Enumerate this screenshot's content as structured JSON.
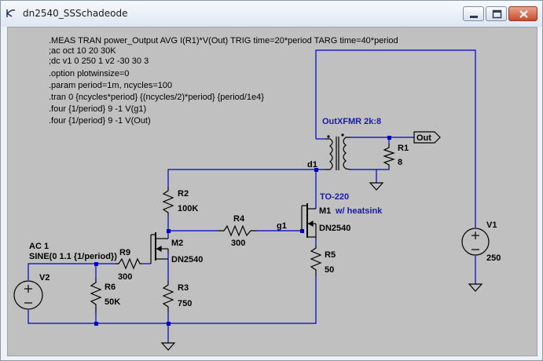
{
  "window": {
    "title": "dn2540_SSSchadeode"
  },
  "directives": [
    ".MEAS TRAN power_Output AVG I(R1)*V(Out) TRIG time=20*period TARG time=40*period",
    ";ac oct 10 20 30K",
    ";dc v1 0 250 1 v2 -30 30 3",
    ".option plotwinsize=0",
    ".param period=1m, ncycles=100",
    ".tran 0 {ncycles*period} {(ncycles/2)*period} {period/1e4}",
    ".four {1/period} 9 -1 V(g1)",
    ".four {1/period} 9 -1 V(Out)"
  ],
  "components": {
    "xfmr": {
      "name": "OutXFMR 2k:8"
    },
    "r1": {
      "name": "R1",
      "value": "8"
    },
    "out": {
      "label": "Out"
    },
    "d1": {
      "label": "d1"
    },
    "r2": {
      "name": "R2",
      "value": "100K"
    },
    "r4": {
      "name": "R4",
      "value": "300"
    },
    "g1": {
      "label": "g1"
    },
    "m1": {
      "name": "M1",
      "value": "DN2540",
      "note1": "TO-220",
      "note2": "w/ heatsink"
    },
    "m2": {
      "name": "M2",
      "value": "DN2540"
    },
    "r5": {
      "name": "R5",
      "value": "50"
    },
    "v1": {
      "name": "V1",
      "value": "250"
    },
    "v2": {
      "name": "V2",
      "line1": "AC 1",
      "line2": "SINE(0 1.1 {1/period})"
    },
    "r9": {
      "name": "R9",
      "value": "300"
    },
    "r6": {
      "name": "R6",
      "value": "50K"
    },
    "r3": {
      "name": "R3",
      "value": "750"
    }
  },
  "colors": {
    "wire": "#0000c8",
    "canvas": "#c0c0c0",
    "label_blue": "#1a1aa8"
  }
}
